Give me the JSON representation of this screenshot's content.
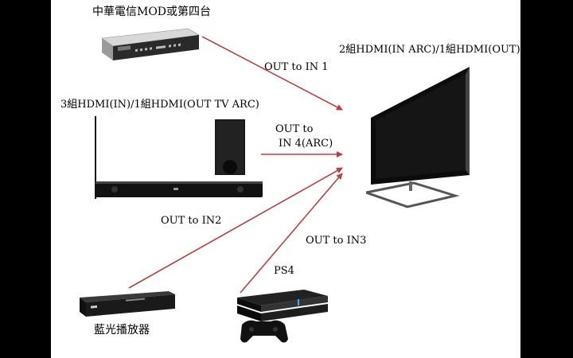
{
  "devices": {
    "mod": "中華電信MOD或第四台",
    "soundbar": "3組HDMI(IN)/1組HDMI(OUT TV ARC)",
    "tv": "2組HDMI(IN ARC)/1組HDMI(OUT)",
    "ps4": "PS4",
    "bluray": "藍光播放器"
  },
  "connections": {
    "mod_to_tv": "OUT to IN 1",
    "soundbar_to_tv_line1": "OUT to",
    "soundbar_to_tv_line2": "IN 4(ARC)",
    "bluray_to_tv": "OUT to IN2",
    "ps4_to_tv": "OUT to IN3"
  },
  "colors": {
    "arrow": "#b5423f",
    "slide_bg": "#ffffff",
    "frame_bg": "#000000"
  }
}
